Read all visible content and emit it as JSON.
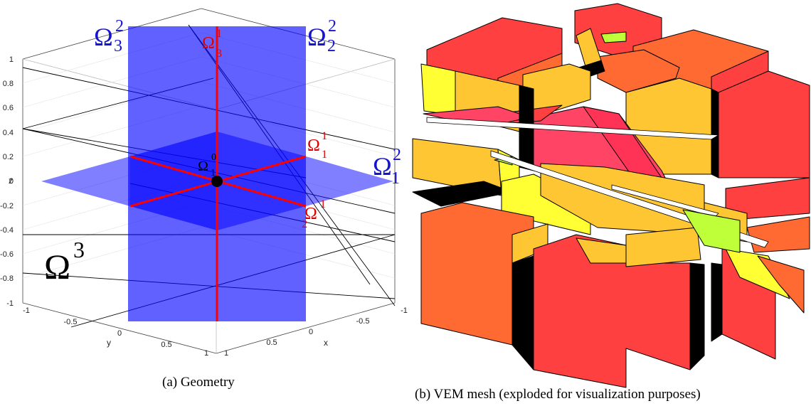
{
  "panel_a": {
    "caption": "(a) Geometry",
    "axis_labels": {
      "x": "x",
      "y": "y",
      "z": "z"
    },
    "z_ticks": [
      "1",
      "0.8",
      "0.6",
      "0.4",
      "0.2",
      "0",
      "-0.2",
      "-0.4",
      "-0.6",
      "-0.8",
      "-1"
    ],
    "y_ticks": [
      "-1",
      "-0.5",
      "0",
      "0.5",
      "1"
    ],
    "x_ticks": [
      "1",
      "0.5",
      "0",
      "-0.5",
      "-1"
    ],
    "labels": {
      "omega2_3": {
        "base": "Ω",
        "sup": "2",
        "sub": "3"
      },
      "omega2_2": {
        "base": "Ω",
        "sup": "2",
        "sub": "2"
      },
      "omega2_1": {
        "base": "Ω",
        "sup": "2",
        "sub": "1"
      },
      "omega1_3": {
        "base": "Ω",
        "sup": "1",
        "sub": "3"
      },
      "omega1_1": {
        "base": "Ω",
        "sup": "1",
        "sub": "1"
      },
      "omega1_2": {
        "base": "Ω",
        "sup": "1",
        "sub": "2"
      },
      "omega0_1": {
        "base": "Ω",
        "sup": "0",
        "sub": "1"
      },
      "omega3": {
        "base": "Ω",
        "sup": "3"
      }
    },
    "colors": {
      "plane": "#0000ff",
      "intersection": "#ff0000",
      "point": "#000000",
      "label_blue": "#1515d0",
      "label_red": "#e00000"
    }
  },
  "panel_b": {
    "caption": "(b) VEM mesh (exploded for visualization purposes)",
    "colors": {
      "red": "#ff4040",
      "orange": "#ff6a33",
      "gold": "#ffc633",
      "yellow": "#ffff33",
      "pink": "#ff4466",
      "lime": "#bfff3a",
      "shadow": "#000000"
    }
  }
}
